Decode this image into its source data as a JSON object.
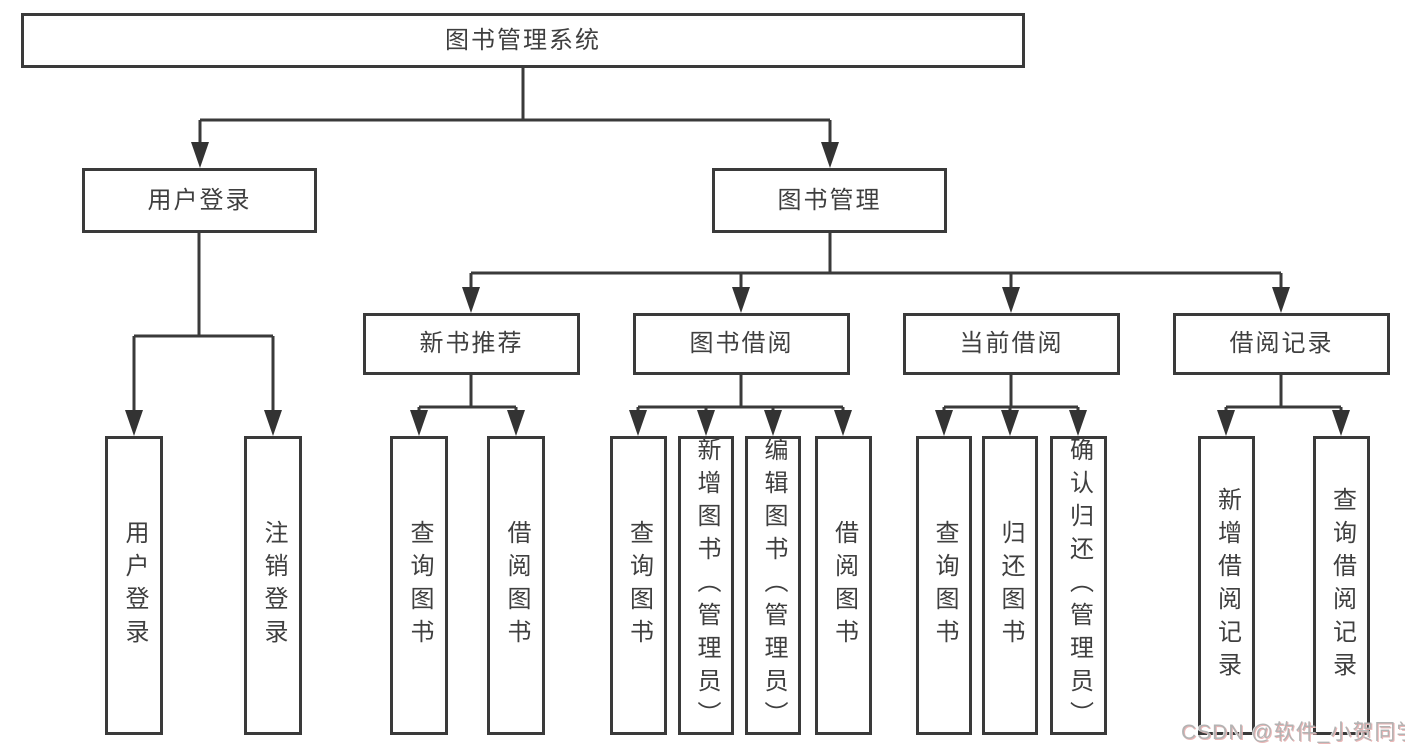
{
  "diagram_title": "图书管理系统",
  "tree": {
    "root": {
      "label": "图书管理系统",
      "children": [
        {
          "label": "用户登录",
          "children": [
            {
              "label": "用户登录"
            },
            {
              "label": "注销登录"
            }
          ]
        },
        {
          "label": "图书管理",
          "children": [
            {
              "label": "新书推荐",
              "children": [
                {
                  "label": "查询图书"
                },
                {
                  "label": "借阅图书"
                }
              ]
            },
            {
              "label": "图书借阅",
              "children": [
                {
                  "label": "查询图书"
                },
                {
                  "label": "新增图书（管理员）"
                },
                {
                  "label": "编辑图书（管理员）"
                },
                {
                  "label": "借阅图书"
                }
              ]
            },
            {
              "label": "当前借阅",
              "children": [
                {
                  "label": "查询图书"
                },
                {
                  "label": "归还图书"
                },
                {
                  "label": "确认归还（管理员）"
                }
              ]
            },
            {
              "label": "借阅记录",
              "children": [
                {
                  "label": "新增借阅记录"
                },
                {
                  "label": "查询借阅记录"
                }
              ]
            }
          ]
        }
      ]
    }
  },
  "watermark": {
    "text": "CSDN @软件_小贺同学"
  },
  "colors": {
    "box_border": "#3a3a3a",
    "connector": "#3a3a3a",
    "text": "#3f3f3f",
    "background": "#ffffff",
    "watermark_gray": "#b3b3b3",
    "watermark_pink": "#eab6b6"
  }
}
